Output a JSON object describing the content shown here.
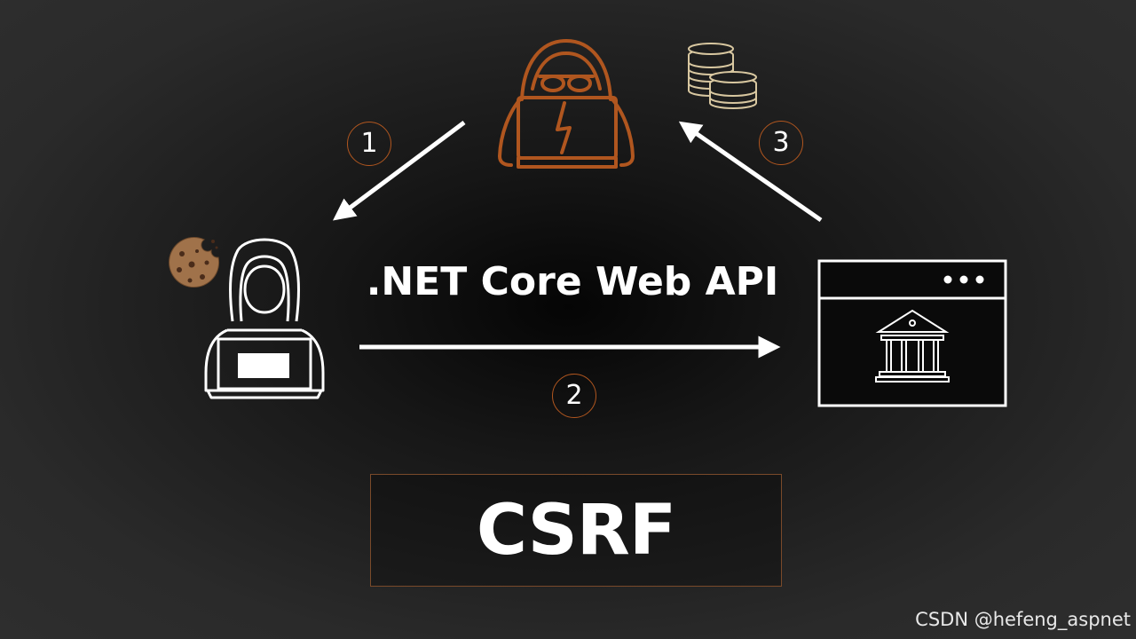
{
  "title": ".NET Core Web API",
  "label": "CSRF",
  "watermark": "CSDN @hefeng_aspnet",
  "steps": [
    "1",
    "2",
    "3"
  ],
  "nodes": [
    {
      "role": "attacker",
      "icon": "hacker-icon"
    },
    {
      "role": "victim",
      "icon": "user-laptop-icon"
    },
    {
      "role": "target",
      "icon": "bank-website-icon"
    }
  ],
  "decorations": [
    "cookie-icon",
    "coins-icon"
  ],
  "colors": {
    "accent": "#b0561f",
    "accent_light": "#d8c7a0",
    "text": "#ffffff",
    "background": "#1e1e1e"
  }
}
